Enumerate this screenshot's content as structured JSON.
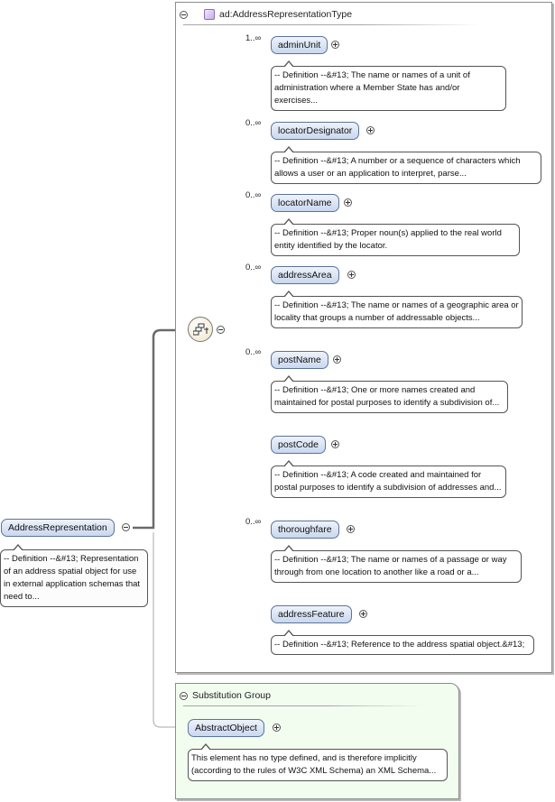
{
  "type_box": {
    "title": "ad:AddressRepresentationType"
  },
  "root": {
    "name": "AddressRepresentation",
    "doc": "-- Definition --&#13; Representation of an address spatial object for use in external application schemas that need to..."
  },
  "children": [
    {
      "name": "adminUnit",
      "occurrence": "1..∞",
      "doc": "-- Definition --&#13; The name or names of a unit of administration where a Member State has and/or exercises..."
    },
    {
      "name": "locatorDesignator",
      "occurrence": "0..∞",
      "doc": "-- Definition --&#13; A number or a sequence of characters which allows a user or an application to interpret, parse..."
    },
    {
      "name": "locatorName",
      "occurrence": "0..∞",
      "doc": "-- Definition --&#13; Proper noun(s) applied to the real world entity identified by the locator."
    },
    {
      "name": "addressArea",
      "occurrence": "0..∞",
      "doc": "-- Definition --&#13; The name or names of a geographic area or locality that groups a number of addressable objects..."
    },
    {
      "name": "postName",
      "occurrence": "0..∞",
      "doc": "-- Definition --&#13; One or more names created and maintained for postal purposes to identify a subdivision of..."
    },
    {
      "name": "postCode",
      "occurrence": "",
      "doc": "-- Definition --&#13; A code created and maintained for postal purposes to identify a subdivision of addresses and..."
    },
    {
      "name": "thoroughfare",
      "occurrence": "0..∞",
      "doc": "-- Definition --&#13; The name or names of a passage or way through from one location to another like a road or a..."
    },
    {
      "name": "addressFeature",
      "occurrence": "",
      "doc": "-- Definition --&#13; Reference to the address spatial object.&#13;"
    }
  ],
  "substitution": {
    "title": "Substitution Group",
    "element": "AbstractObject",
    "doc": "This element has no type defined, and is therefore implicitly (according to the rules of W3C XML Schema) an XML Schema..."
  },
  "icons": {
    "complex_type": "complex-type-icon",
    "sequence": "sequence-compositor-icon",
    "collapse": "minus-circle-icon",
    "expand": "plus-circle-icon"
  }
}
